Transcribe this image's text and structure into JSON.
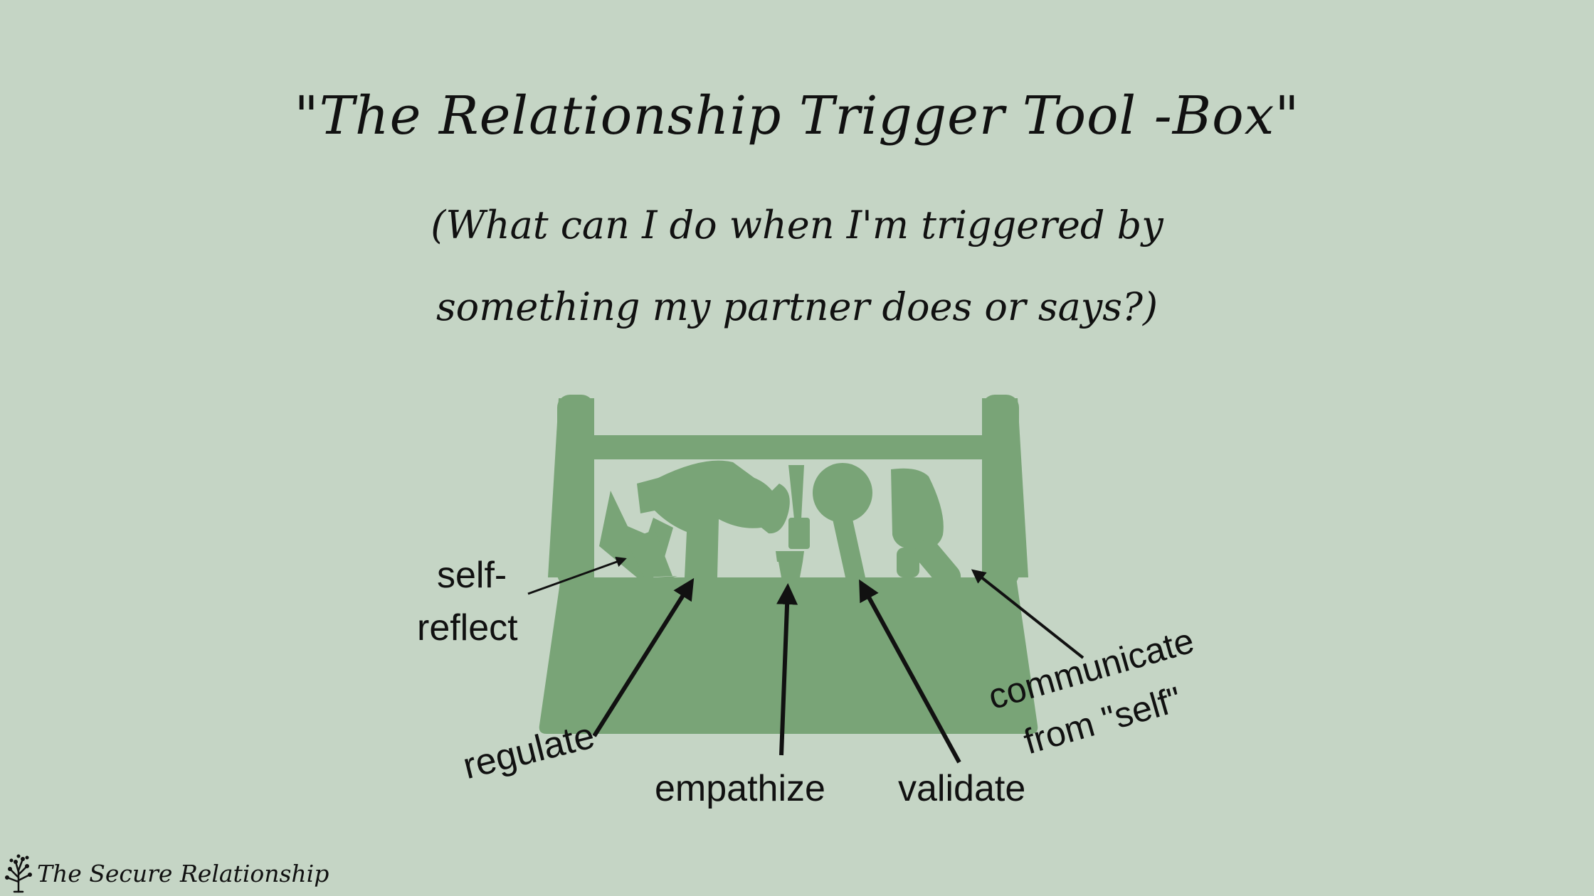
{
  "title": "\"The Relationship Trigger Tool -Box\"",
  "subtitle": {
    "line1": "(What can I do when I'm triggered by",
    "line2": "something my partner does or says?)"
  },
  "labels": {
    "self_reflect_1": "self-",
    "self_reflect_2": "reflect",
    "regulate": "regulate",
    "empathize": "empathize",
    "validate": "validate",
    "communicate_1": "communicate",
    "communicate_2": "from \"self\""
  },
  "footer": {
    "brand": "The Secure Relationship",
    "logo_icon": "tree-icon"
  },
  "colors": {
    "background": "#c5d5c5",
    "toolbox": "#79a477",
    "text": "#111111"
  }
}
